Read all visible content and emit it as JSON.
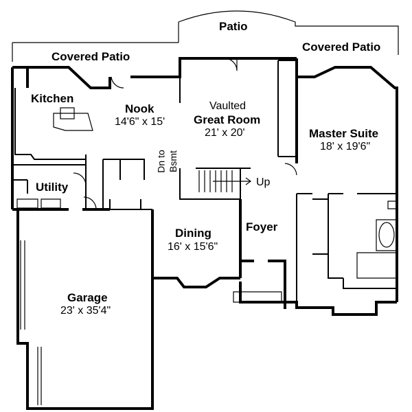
{
  "rooms": {
    "patio": "Patio",
    "covered_patio_left": "Covered Patio",
    "covered_patio_right": "Covered Patio",
    "kitchen": "Kitchen",
    "nook": "Nook",
    "nook_dim": "14'6\" x 15'",
    "vaulted": "Vaulted",
    "great_room": "Great Room",
    "great_room_dim": "21' x 20'",
    "master_suite": "Master Suite",
    "master_suite_dim": "18' x 19'6\"",
    "utility": "Utility",
    "dining": "Dining",
    "dining_dim": "16' x 15'6\"",
    "foyer": "Foyer",
    "garage": "Garage",
    "garage_dim": "23' x 35'4\""
  },
  "annotations": {
    "dn_to": "Dn to",
    "bsmt": "Bsmt",
    "up": "Up"
  },
  "colors": {
    "wall": "#000000",
    "background": "#ffffff"
  }
}
